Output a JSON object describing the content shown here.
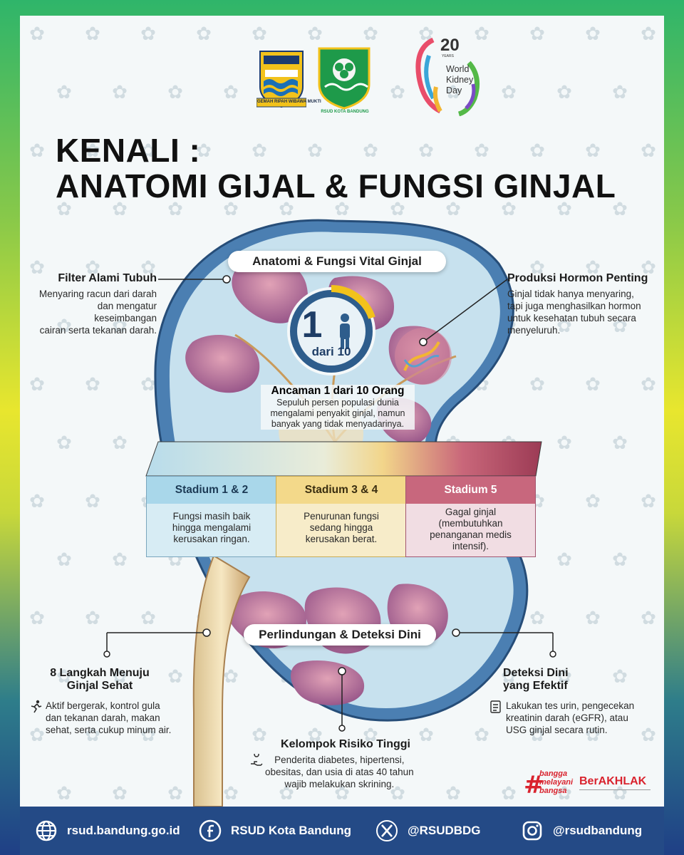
{
  "logos": {
    "city_motto": "GEMAH RIPAH WIBAWA MUKTI",
    "rsud_name": "RSUD KOTA BANDUNG",
    "wkd_number": "20",
    "wkd_years": "YEARS",
    "wkd_text": [
      "World",
      "Kidney",
      "Day"
    ]
  },
  "title": {
    "line1": "KENALI :",
    "line2": "ANATOMI GIJAL & FUNGSI GINJAL"
  },
  "kidney": {
    "top_pill": "Anatomi & Fungsi Vital Ginjal",
    "stat_number": "1",
    "stat_sub": "dari 10",
    "threat_title": "Ancaman 1 dari 10 Orang",
    "threat_text": [
      "Sepuluh persen populasi dunia",
      "mengalami penyakit ginjal, namun",
      "banyak yang tidak menyadarinya."
    ],
    "bottom_pill": "Perlindungan & Deteksi Dini"
  },
  "left_top": {
    "title": "Filter Alami Tubuh",
    "text": [
      "Menyaring racun dari darah",
      "dan mengatur keseimbangan",
      "cairan serta tekanan darah."
    ]
  },
  "right_top": {
    "title": "Produksi Hormon Penting",
    "text": [
      "Ginjal tidak hanya menyaring,",
      "tapi juga menghasilkan hormon",
      "untuk kesehatan tubuh secara",
      "menyeluruh."
    ]
  },
  "stages": [
    {
      "title": "Stadium 1 & 2",
      "text": [
        "Fungsi masih baik",
        "hingga mengalami",
        "kerusakan ringan."
      ]
    },
    {
      "title": "Stadium 3 & 4",
      "text": [
        "Penurunan fungsi",
        "sedang hingga",
        "kerusakan berat."
      ]
    },
    {
      "title": "Stadium 5",
      "text": [
        "Gagal ginjal",
        "(membutuhkan",
        "penanganan medis",
        "intensif)."
      ]
    }
  ],
  "left_bottom": {
    "title": [
      "8 Langkah Menuju",
      "Ginjal Sehat"
    ],
    "text": [
      "Aktif bergerak, kontrol gula",
      "dan tekanan darah, makan",
      "sehat, serta cukup minum air."
    ]
  },
  "right_bottom": {
    "title": [
      "Deteksi Dini",
      "yang Efektif"
    ],
    "text": [
      "Lakukan tes urin, pengecekan",
      "kreatinin darah (eGFR), atau",
      "USG ginjal secara rutin."
    ]
  },
  "center_bottom": {
    "title": "Kelompok Risiko Tinggi",
    "text": [
      "Penderita diabetes, hipertensi,",
      "obesitas, dan usia di atas 40 tahun",
      "wajib melakukan skrining."
    ]
  },
  "bangga": {
    "line1": "bangga",
    "line2": "melayani",
    "line3": "bangsa",
    "berakhlak": "BerAKHLAK"
  },
  "footer": {
    "website": "rsud.bandung.go.id",
    "facebook": "RSUD Kota Bandung",
    "x": "@RSUDBDG",
    "instagram": "@rsudbandung"
  },
  "colors": {
    "footer_bg": "#244a86",
    "stage1": "#a9d7ea",
    "stage2": "#f3d98a",
    "stage3": "#c8677d",
    "kidney_outer": "#3f74a8"
  },
  "icons": [
    "globe-icon",
    "facebook-icon",
    "x-icon",
    "instagram-icon",
    "person-icon",
    "running-icon",
    "checklist-icon",
    "hand-icon"
  ]
}
